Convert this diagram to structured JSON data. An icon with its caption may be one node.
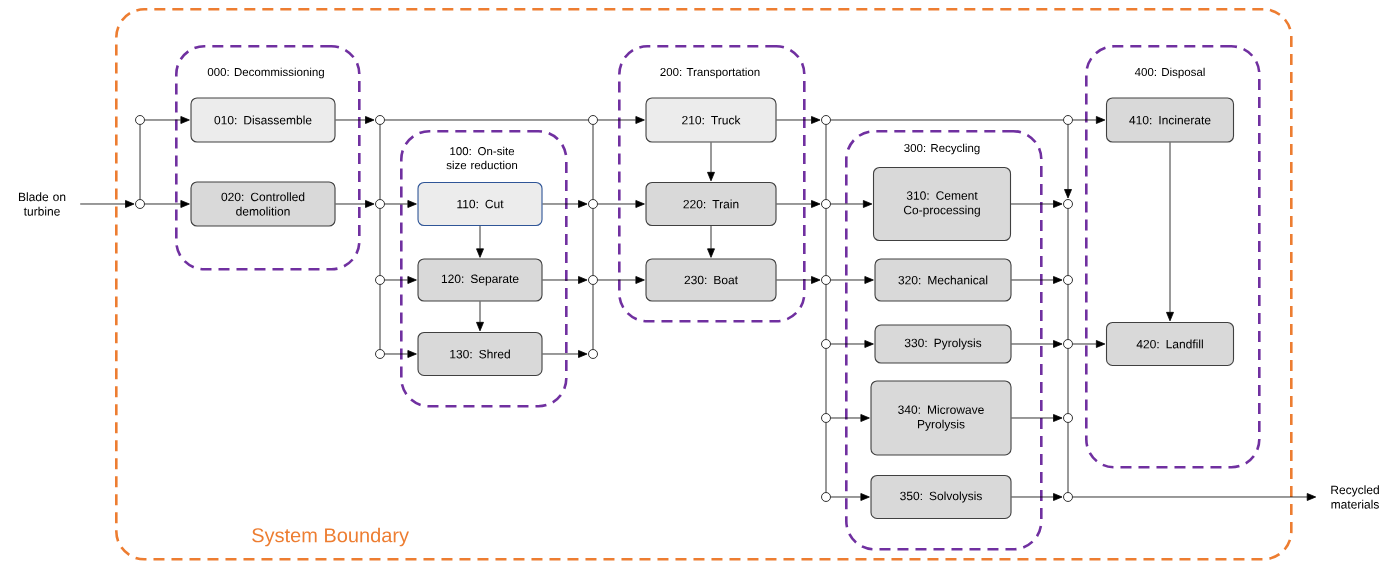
{
  "diagram": {
    "nodes": [
      {
        "text": [
          "System Boundary"
        ]
      },
      {
        "text": [
          "Blade on turbine"
        ]
      },
      {
        "text": [
          "000: Decommissioning"
        ],
        "in": 0
      },
      {
        "text": [
          "010: Disassemble"
        ],
        "in": 2
      },
      {
        "text": [
          "020: Controlled demolition"
        ],
        "in": 2
      },
      {
        "text": [],
        "shape": "circle",
        "in": 0
      },
      {
        "text": [],
        "shape": "circle",
        "in": 0
      },
      {
        "text": [],
        "shape": "circle",
        "in": 0
      },
      {
        "text": [],
        "shape": "circle",
        "in": 0
      },
      {
        "text": [],
        "shape": "circle",
        "in": 0
      },
      {
        "text": [],
        "shape": "circle",
        "in": 0
      },
      {
        "text": [
          "100: On-site size reduction"
        ],
        "in": 0
      },
      {
        "text": [
          "110: Cut"
        ],
        "in": 11
      },
      {
        "text": [
          "120: Separate"
        ],
        "in": 11
      },
      {
        "text": [
          "130: Shred"
        ],
        "in": 11
      },
      {
        "text": [],
        "shape": "circle",
        "in": 0
      },
      {
        "text": [],
        "shape": "circle",
        "in": 0
      },
      {
        "text": [],
        "shape": "circle",
        "in": 0
      },
      {
        "text": [],
        "shape": "circle",
        "in": 0
      },
      {
        "text": [
          "200: Transportation"
        ],
        "in": 0
      },
      {
        "text": [
          "210: Truck"
        ],
        "in": 19
      },
      {
        "text": [
          "220: Train"
        ],
        "in": 19
      },
      {
        "text": [
          "230: Boat"
        ],
        "in": 19
      },
      {
        "text": [],
        "shape": "circle",
        "in": 0
      },
      {
        "text": [],
        "shape": "circle",
        "in": 0
      },
      {
        "text": [],
        "shape": "circle",
        "in": 0
      },
      {
        "text": [],
        "shape": "circle",
        "in": 0
      },
      {
        "text": [],
        "shape": "circle",
        "in": 0
      },
      {
        "text": [],
        "shape": "circle",
        "in": 0
      },
      {
        "text": [
          "300: Recycling"
        ],
        "in": 0
      },
      {
        "text": [
          "310: Cement Co-processing"
        ],
        "in": 29
      },
      {
        "text": [
          "320: Mechanical"
        ],
        "in": 29
      },
      {
        "text": [
          "330: Pyrolysis"
        ],
        "in": 29
      },
      {
        "text": [
          "340: Microwave Pyrolysis"
        ],
        "in": 29
      },
      {
        "text": [
          "350: Solvolysis"
        ],
        "in": 29
      },
      {
        "text": [],
        "shape": "circle",
        "in": 0
      },
      {
        "text": [],
        "shape": "circle",
        "in": 0
      },
      {
        "text": [],
        "shape": "circle",
        "in": 0
      },
      {
        "text": [],
        "shape": "circle",
        "in": 0
      },
      {
        "text": [],
        "shape": "circle",
        "in": 0
      },
      {
        "text": [],
        "shape": "circle",
        "in": 0
      },
      {
        "text": [
          "400: Disposal"
        ],
        "in": 0
      },
      {
        "text": [
          "410: Incinerate"
        ],
        "in": 41
      },
      {
        "text": [
          "420: Landfill"
        ],
        "in": 41
      },
      {
        "text": [
          "Recycled materials"
        ]
      }
    ],
    "edges": [
      {
        "from": 1,
        "to": 6,
        "arrow": "to"
      },
      {
        "from": 6,
        "to": 5,
        "arrow": "none"
      },
      {
        "from": 5,
        "to": 3,
        "arrow": "to"
      },
      {
        "from": 6,
        "to": 4,
        "arrow": "to"
      },
      {
        "from": 3,
        "to": 7,
        "arrow": "to"
      },
      {
        "from": 4,
        "to": 8,
        "arrow": "to"
      },
      {
        "from": 7,
        "to": 8,
        "arrow": "none"
      },
      {
        "from": 8,
        "to": 9,
        "arrow": "none"
      },
      {
        "from": 9,
        "to": 10,
        "arrow": "none"
      },
      {
        "from": 8,
        "to": 12,
        "arrow": "to"
      },
      {
        "from": 9,
        "to": 13,
        "arrow": "to"
      },
      {
        "from": 10,
        "to": 14,
        "arrow": "to"
      },
      {
        "from": 7,
        "to": 15,
        "arrow": "none"
      },
      {
        "from": 12,
        "to": 13,
        "arrow": "to"
      },
      {
        "from": 13,
        "to": 14,
        "arrow": "to"
      },
      {
        "from": 12,
        "to": 16,
        "arrow": "to"
      },
      {
        "from": 13,
        "to": 17,
        "arrow": "to"
      },
      {
        "from": 14,
        "to": 18,
        "arrow": "to"
      },
      {
        "from": 15,
        "to": 16,
        "arrow": "none"
      },
      {
        "from": 16,
        "to": 17,
        "arrow": "none"
      },
      {
        "from": 17,
        "to": 18,
        "arrow": "none"
      },
      {
        "from": 15,
        "to": 20,
        "arrow": "to"
      },
      {
        "from": 16,
        "to": 21,
        "arrow": "to"
      },
      {
        "from": 17,
        "to": 22,
        "arrow": "to"
      },
      {
        "from": 20,
        "to": 21,
        "arrow": "to"
      },
      {
        "from": 21,
        "to": 22,
        "arrow": "to"
      },
      {
        "from": 20,
        "to": 23,
        "arrow": "to"
      },
      {
        "from": 21,
        "to": 24,
        "arrow": "to"
      },
      {
        "from": 22,
        "to": 25,
        "arrow": "to"
      },
      {
        "from": 23,
        "to": 24,
        "arrow": "none"
      },
      {
        "from": 24,
        "to": 25,
        "arrow": "none"
      },
      {
        "from": 25,
        "to": 26,
        "arrow": "none"
      },
      {
        "from": 26,
        "to": 27,
        "arrow": "none"
      },
      {
        "from": 27,
        "to": 28,
        "arrow": "none"
      },
      {
        "from": 24,
        "to": 30,
        "arrow": "to"
      },
      {
        "from": 25,
        "to": 31,
        "arrow": "to"
      },
      {
        "from": 26,
        "to": 32,
        "arrow": "to"
      },
      {
        "from": 27,
        "to": 33,
        "arrow": "to"
      },
      {
        "from": 28,
        "to": 34,
        "arrow": "to"
      },
      {
        "from": 23,
        "to": 35,
        "arrow": "none"
      },
      {
        "from": 35,
        "to": 36,
        "arrow": "to"
      },
      {
        "from": 35,
        "to": 42,
        "arrow": "to"
      },
      {
        "from": 30,
        "to": 36,
        "arrow": "to"
      },
      {
        "from": 31,
        "to": 37,
        "arrow": "to"
      },
      {
        "from": 32,
        "to": 38,
        "arrow": "to"
      },
      {
        "from": 33,
        "to": 39,
        "arrow": "to"
      },
      {
        "from": 34,
        "to": 40,
        "arrow": "to"
      },
      {
        "from": 36,
        "to": 37,
        "arrow": "none"
      },
      {
        "from": 37,
        "to": 38,
        "arrow": "none"
      },
      {
        "from": 38,
        "to": 39,
        "arrow": "none"
      },
      {
        "from": 39,
        "to": 40,
        "arrow": "none"
      },
      {
        "from": 38,
        "to": 43,
        "arrow": "to"
      },
      {
        "from": 42,
        "to": 43,
        "arrow": "to"
      },
      {
        "from": 40,
        "to": 44,
        "arrow": "to"
      }
    ]
  }
}
